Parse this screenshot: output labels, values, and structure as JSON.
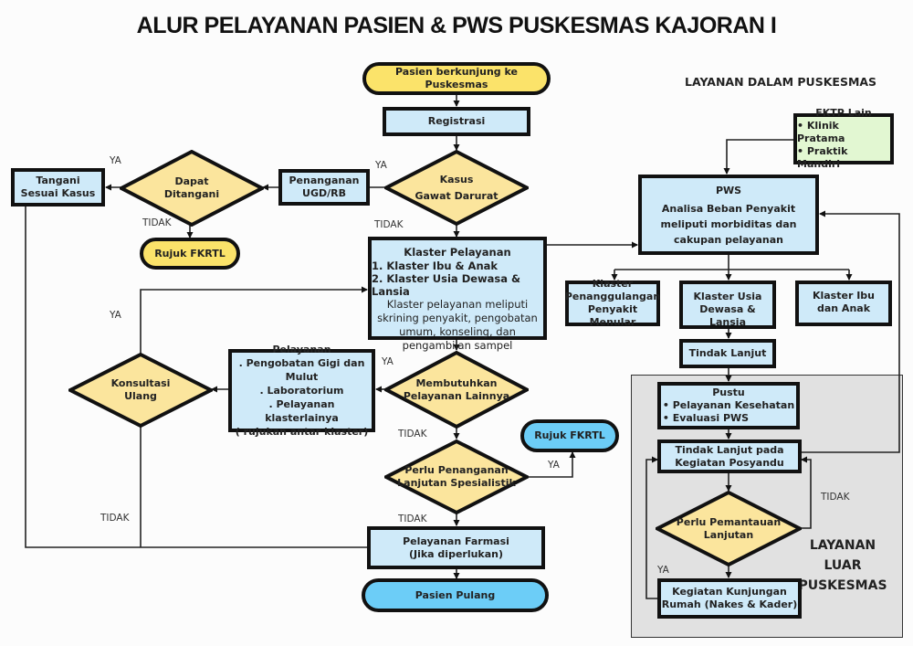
{
  "title": "ALUR PELAYANAN PASIEN & PWS PUSKESMAS KAJORAN I",
  "colors": {
    "terminal_yellow": "#fbe36a",
    "terminal_blue": "#6ccdf7",
    "process_box": "#cfeaf9",
    "decision": "#fbe59d",
    "fktp_box": "#e2f7d2",
    "outside_panel": "#e1e1e1"
  },
  "main_flow": {
    "start": "Pasien berkunjung ke Puskesmas",
    "registrasi": "Registrasi",
    "gawat_darurat": [
      "Kasus",
      "Gawat Darurat"
    ],
    "ugd": [
      "Penanganan",
      "UGD/RB"
    ],
    "dapat_ditangani": [
      "Dapat",
      "Ditangani"
    ],
    "tangani": [
      "Tangani",
      "Sesuai Kasus"
    ],
    "rujuk_fkrtl_1": "Rujuk FKRTL",
    "klaster": {
      "title": "Klaster Pelayanan",
      "items": [
        "1. Klaster Ibu & Anak",
        "2. Klaster Usia Dewasa & Lansia"
      ],
      "desc": "Klaster pelayanan meliputi skrining penyakit, pengobatan umum, konseling, dan pengambilan sampel"
    },
    "membutuhkan": [
      "Membutuhkan",
      "Pelayanan Lainnya"
    ],
    "pelayanan_lain": [
      "Pelayanan",
      ". Pengobatan Gigi dan Mulut",
      ". Laboratorium",
      ". Pelayanan klasterlainya",
      "( rujukan antar klaster)"
    ],
    "konsultasi": [
      "Konsultasi",
      "Ulang"
    ],
    "spesialistik": [
      "Perlu Penanganan",
      "Lanjutan Spesialistik"
    ],
    "rujuk_fkrtl_2": "Rujuk FKRTL",
    "farmasi": [
      "Pelayanan Farmasi",
      "(Jika diperlukan)"
    ],
    "pulang": "Pasien Pulang"
  },
  "edge_labels": {
    "ya": "YA",
    "tidak": "TIDAK"
  },
  "right_flow": {
    "section_inside": "LAYANAN DALAM PUSKESMAS",
    "section_outside": [
      "LAYANAN",
      "LUAR PUSKESMAS"
    ],
    "fktp": {
      "title": "FKTP Lain",
      "items": [
        "Klinik Pratama",
        "Praktik Mandiri"
      ]
    },
    "pws": {
      "title": "PWS",
      "desc": "Analisa Beban Penyakit meliputi morbiditas dan cakupan pelayanan"
    },
    "klaster_menular": [
      "Klaster",
      "Penanggulangan",
      "Penyakit Menular"
    ],
    "klaster_dewasa": [
      "Klaster Usia",
      "Dewasa & Lansia"
    ],
    "klaster_ibu": [
      "Klaster Ibu",
      "dan Anak"
    ],
    "tindak_lanjut": "Tindak Lanjut",
    "pustu": {
      "title": "Pustu",
      "items": [
        "Pelayanan Kesehatan",
        "Evaluasi PWS"
      ]
    },
    "posyandu": [
      "Tindak Lanjut pada",
      "Kegiatan Posyandu"
    ],
    "pemantauan": [
      "Perlu Pemantauan",
      "Lanjutan"
    ],
    "kunjungan": [
      "Kegiatan Kunjungan",
      "Rumah (Nakes & Kader)"
    ]
  }
}
